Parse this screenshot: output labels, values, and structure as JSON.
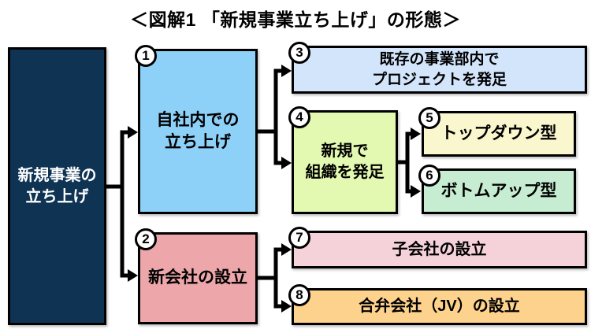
{
  "title": "＜図解1 「新規事業立ち上げ」の形態＞",
  "nodes": {
    "root": {
      "label": "新規事業の\n立ち上げ",
      "color": "#0e3353",
      "text_color": "#ffffff"
    },
    "n1": {
      "num": "1",
      "label": "自社内での\n立ち上げ",
      "color": "#8ed1f8"
    },
    "n2": {
      "num": "2",
      "label": "新会社の設立",
      "color": "#eda7aa"
    },
    "n3": {
      "num": "3",
      "label": "既存の事業部内で\nプロジェクトを発足",
      "color": "#d3e5fb"
    },
    "n4": {
      "num": "4",
      "label": "新規で\n組織を発足",
      "color": "#e3f8b0"
    },
    "n5": {
      "num": "5",
      "label": "トップダウン型",
      "color": "#faf6cd"
    },
    "n6": {
      "num": "6",
      "label": "ボトムアップ型",
      "color": "#c6ecd2"
    },
    "n7": {
      "num": "7",
      "label": "子会社の設立",
      "color": "#f5d2da"
    },
    "n8": {
      "num": "8",
      "label": "合弁会社（JV）の設立",
      "color": "#fdd28d"
    }
  },
  "connector_color": "#000000"
}
